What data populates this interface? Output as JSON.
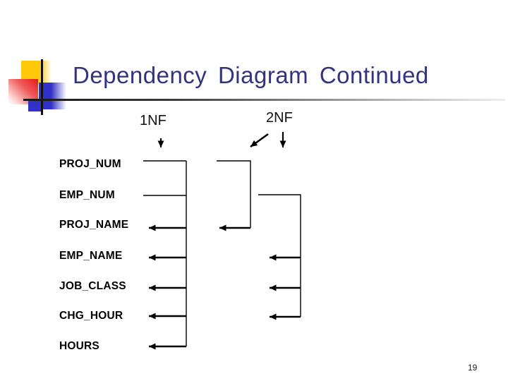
{
  "slide": {
    "title": "Dependency Diagram Continued",
    "page_number": "19"
  },
  "diagram": {
    "nf_labels": [
      {
        "label": "1NF"
      },
      {
        "label": "2NF"
      }
    ],
    "attributes": [
      {
        "label": "PROJ_NUM"
      },
      {
        "label": "EMP_NUM"
      },
      {
        "label": "PROJ_NAME"
      },
      {
        "label": "EMP_NAME"
      },
      {
        "label": "JOB_CLASS"
      },
      {
        "label": "CHG_HOUR"
      },
      {
        "label": "HOURS"
      }
    ]
  },
  "colors": {
    "title": "#333380",
    "line": "#000000",
    "logo_yellow": "#ffc90a",
    "logo_red": "#e31b1b",
    "logo_blue": "#3232c8"
  }
}
